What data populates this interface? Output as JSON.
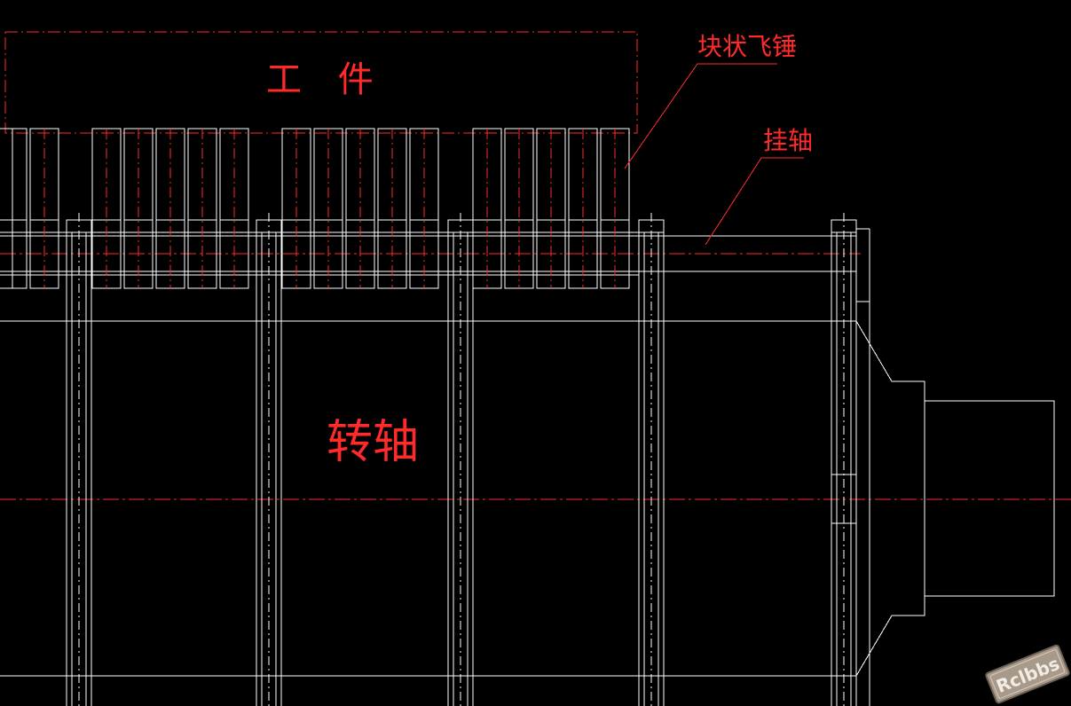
{
  "drawing": {
    "labels": {
      "workpiece": "工 件",
      "block_hammer": "块状飞锤",
      "hanging_shaft": "挂轴",
      "rotor_shaft": "转轴"
    },
    "watermark": "Rclbbs"
  },
  "colors": {
    "background": "#000000",
    "geometry": "#ffffff",
    "annotation": "#ff2a2a",
    "watermark_bg": "#a79a8a"
  }
}
